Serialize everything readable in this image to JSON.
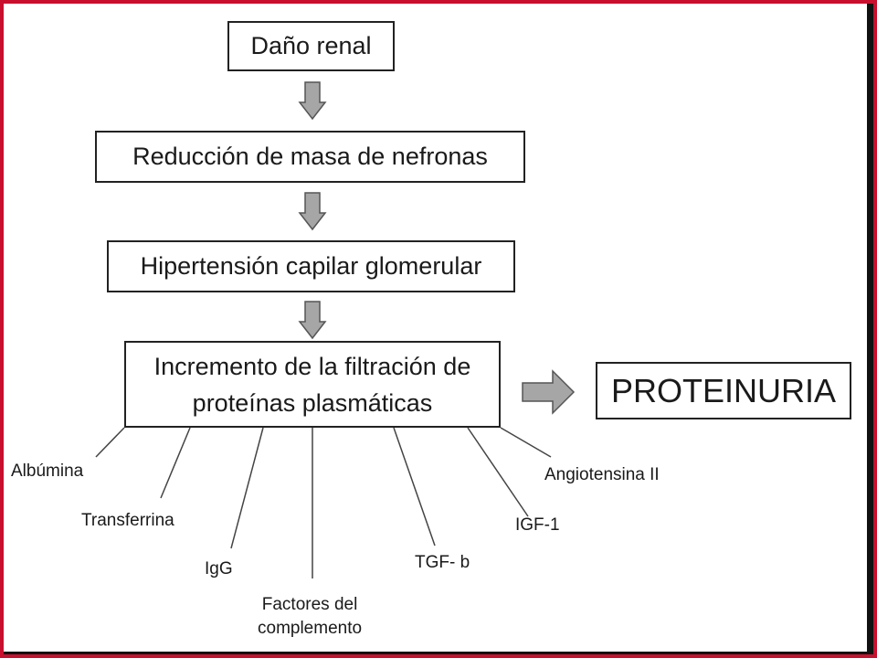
{
  "flow": {
    "step1": "Daño renal",
    "step2": "Reducción de masa de nefronas",
    "step3": "Hipertensión capilar glomerular",
    "step4_line1": "Incremento de la filtración de",
    "step4_line2": "proteínas plasmáticas",
    "outcome": "PROTEINURIA"
  },
  "proteins": {
    "albumina": "Albúmina",
    "transferrina": "Transferrina",
    "igg": "IgG",
    "factores_line1": "Factores del",
    "factores_line2": "complemento",
    "tgf": "TGF- b",
    "igf": "IGF-1",
    "angiotensina": "Angiotensina II"
  },
  "colors": {
    "frame_border": "#c8102e",
    "arrow_fill": "#a6a6a6",
    "arrow_stroke": "#555555",
    "box_border": "#222222"
  }
}
